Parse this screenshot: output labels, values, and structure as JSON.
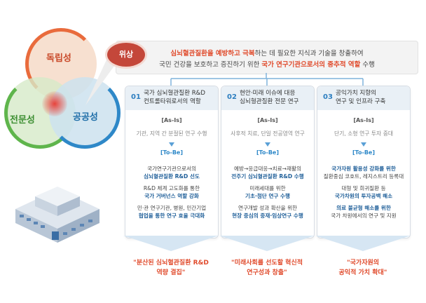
{
  "venn": {
    "top_label": "독립성",
    "left_label": "전문성",
    "right_label": "공공성"
  },
  "badge": {
    "label": "위상"
  },
  "banner": {
    "line1_a": "심뇌혈관질환을 예방하고 극복",
    "line1_b": "하는 데 필요한 지식과 기술을 창출하여",
    "line2_a": "국민 건강을 보호하고 증진하기 위한 ",
    "line2_b": "국가 연구기관으로서의 중추적 역할",
    "line2_c": " 수행"
  },
  "columns": [
    {
      "num": "01",
      "title": [
        "국가 심뇌혈관질환 R&D",
        "컨트롤타워로서의 역할"
      ],
      "as_is_label": "[As-Is]",
      "as_is_text": "기관, 지역 간 분절된 연구 수행",
      "to_be_label": "[To-Be]",
      "to_be": [
        {
          "text": "국가연구기관으로서의",
          "bold": false
        },
        {
          "text": "심뇌혈관질환 R&D 선도",
          "bold": true
        },
        {
          "text": "R&D 체계 고도화를 통한",
          "bold": false
        },
        {
          "text": "국가 거버넌스 역할 강화",
          "bold": true
        },
        {
          "text": "민·관 연구기관, 병원, 민간기업",
          "bold": false
        },
        {
          "text": "협업을 통한 연구 효율 극대화",
          "bold": true
        }
      ],
      "outcome": [
        "\"분산된 심뇌혈관질환 R&D",
        "역량 결집\""
      ]
    },
    {
      "num": "02",
      "title": [
        "현안·미래 이슈에 대응",
        "심뇌혈관질환 전문 연구"
      ],
      "as_is_label": "[As-Is]",
      "as_is_text": "사후적 치료, 단일 전공영역 연구",
      "to_be_label": "[To-Be]",
      "to_be": [
        {
          "text": "예방→응급대응→치료→재활의",
          "bold": false
        },
        {
          "text": "전주기 심뇌혈관질환 R&D 수행",
          "bold": true
        },
        {
          "text": "미래세대를 위한",
          "bold": false
        },
        {
          "text": "기초·첨단 연구 수행",
          "bold": true
        },
        {
          "text": "연구개발 성과 확산을 위한",
          "bold": false
        },
        {
          "text": "현장 중심의 중재·임상연구 수행",
          "bold": true
        }
      ],
      "outcome": [
        "\"미래사회를 선도할 혁신적",
        "연구성과 창출\""
      ]
    },
    {
      "num": "03",
      "title": [
        "공익가치 지향의",
        "연구 및 인프라 구축"
      ],
      "as_is_label": "[As-Is]",
      "as_is_text": "단기, 소형 연구 투자 중대",
      "to_be_label": "[To-Be]",
      "to_be": [
        {
          "text": "국가자원 활용성 강화를 위한",
          "bold": true
        },
        {
          "text": "질환중심 코호트, 레지스트리 등록대",
          "bold": false
        },
        {
          "text": "대형 및 희귀질환 등",
          "bold": false
        },
        {
          "text": "국가차원의 투자공백 해소",
          "bold": true
        },
        {
          "text": "의료 불균형 해소를 위한",
          "bold": true
        },
        {
          "text": "국가 차원에서의 연구 및 지원",
          "bold": false
        }
      ],
      "outcome": [
        "\"국가자원의",
        "공익적 가치 확대\""
      ]
    }
  ],
  "colors": {
    "accent_red": "#e04a2b",
    "accent_blue": "#2e88c8",
    "badge": "#c4473a"
  }
}
